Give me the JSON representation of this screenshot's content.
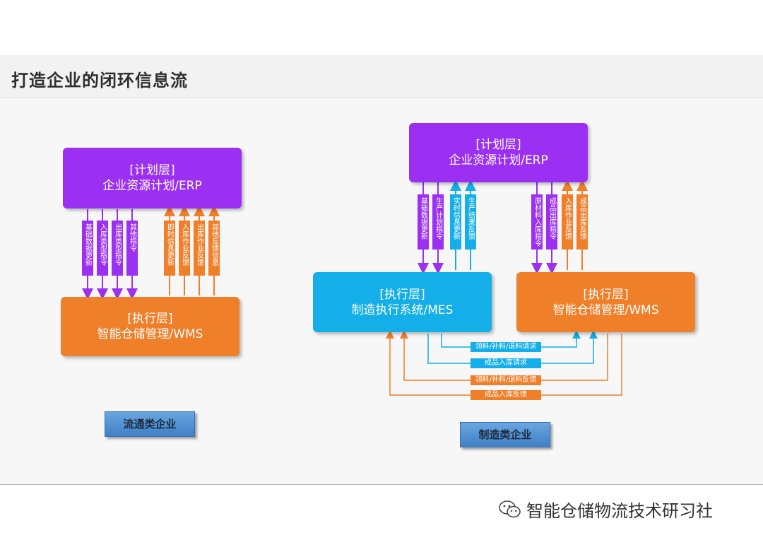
{
  "title": "打造企业的闭环信息流",
  "left": {
    "erp": {
      "layer": "[计划层]",
      "name": "企业资源计划/ERP"
    },
    "wms": {
      "layer": "[执行层]",
      "name": "智能仓储管理/WMS"
    },
    "down_labels": [
      "基础数据更新",
      "入库类型指令",
      "出库类型指令",
      "其他指令"
    ],
    "up_labels": [
      "即时信息更新",
      "入库作业反馈",
      "出库作业反馈",
      "其他反馈信息"
    ],
    "button": "流通类企业"
  },
  "right": {
    "erp": {
      "layer": "[计划层]",
      "name": "企业资源计划/ERP"
    },
    "mes": {
      "layer": "[执行层]",
      "name": "制造执行系统/MES"
    },
    "wms": {
      "layer": "[执行层]",
      "name": "智能仓储管理/WMS"
    },
    "mes_down_labels": [
      "基础数据更新",
      "生产计划指令"
    ],
    "mes_up_labels": [
      "实时信息更新",
      "生产结果反馈"
    ],
    "wms_down_labels": [
      "原材料入库指令",
      "成品出库指令"
    ],
    "wms_up_labels": [
      "入库作业反馈",
      "成品出库反馈"
    ],
    "flows": [
      "领料/补料/退料请求",
      "成品入库请求",
      "领料/补料/退料反馈",
      "成品入库反馈"
    ],
    "button": "制造类企业"
  },
  "watermark": "智能仓储物流技术研习社",
  "colors": {
    "purple": "#9b30f2",
    "orange": "#f07f2a",
    "cyan": "#14aee8"
  }
}
